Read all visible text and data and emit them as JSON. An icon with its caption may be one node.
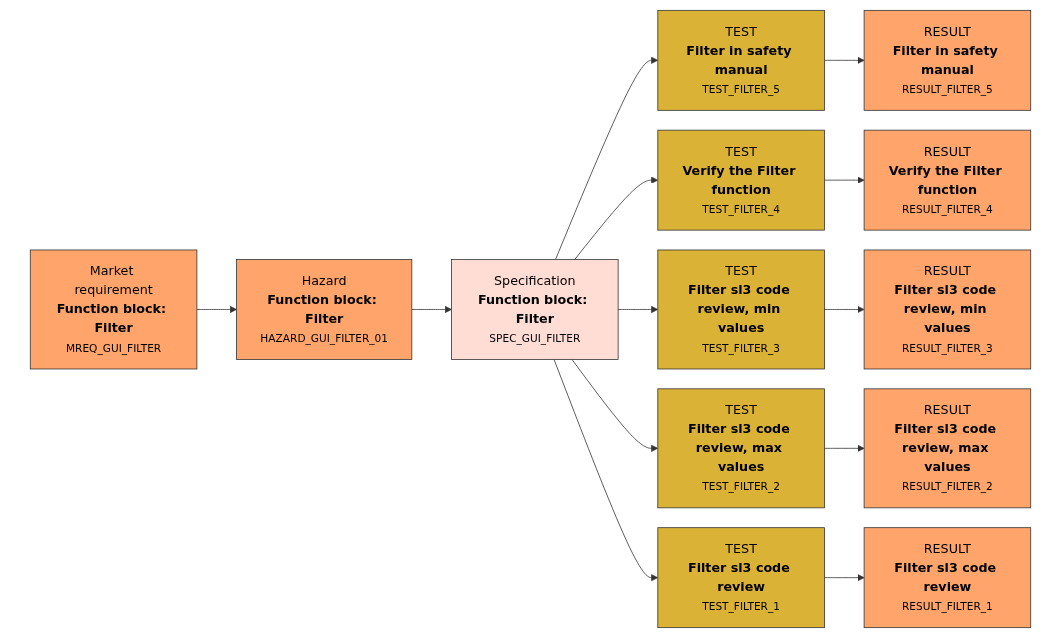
{
  "diagram": {
    "nodes": [
      {
        "text": [
          "Market requirement",
          "Function block: Filter",
          "MREQ_GUI_FILTER"
        ]
      },
      {
        "text": [
          "Hazard",
          "Function block: Filter",
          "HAZARD_GUI_FILTER_01"
        ]
      },
      {
        "text": [
          "Specification",
          "Function block: Filter",
          "SPEC_GUI_FILTER"
        ]
      },
      {
        "text": [
          "TEST",
          "Filter in safety manual",
          "TEST_FILTER_5"
        ]
      },
      {
        "text": [
          "RESULT",
          "Filter in safety manual",
          "RESULT_FILTER_5"
        ]
      },
      {
        "text": [
          "TEST",
          "Verify the Filter function",
          "TEST_FILTER_4"
        ]
      },
      {
        "text": [
          "RESULT",
          "Verify the Filter function",
          "RESULT_FILTER_4"
        ]
      },
      {
        "text": [
          "TEST",
          "Filter sl3 code review, min values",
          "TEST_FILTER_3"
        ]
      },
      {
        "text": [
          "RESULT",
          "Filter sl3 code review, min values",
          "RESULT_FILTER_3"
        ]
      },
      {
        "text": [
          "TEST",
          "Filter sl3 code review, max values",
          "TEST_FILTER_2"
        ]
      },
      {
        "text": [
          "RESULT",
          "Filter sl3 code review, max values",
          "RESULT_FILTER_2"
        ]
      },
      {
        "text": [
          "TEST",
          "Filter sl3 code review",
          "TEST_FILTER_1"
        ]
      },
      {
        "text": [
          "RESULT",
          "Filter sl3 code review",
          "RESULT_FILTER_1"
        ]
      }
    ],
    "edges": [
      {
        "from": 0,
        "to": 1,
        "arrow": "to"
      },
      {
        "from": 1,
        "to": 2,
        "arrow": "to"
      },
      {
        "from": 2,
        "to": 3,
        "arrow": "to"
      },
      {
        "from": 2,
        "to": 5,
        "arrow": "to"
      },
      {
        "from": 2,
        "to": 7,
        "arrow": "to"
      },
      {
        "from": 2,
        "to": 9,
        "arrow": "to"
      },
      {
        "from": 2,
        "to": 11,
        "arrow": "to"
      },
      {
        "from": 3,
        "to": 4,
        "arrow": "to"
      },
      {
        "from": 5,
        "to": 6,
        "arrow": "to"
      },
      {
        "from": 7,
        "to": 8,
        "arrow": "to"
      },
      {
        "from": 9,
        "to": 10,
        "arrow": "to"
      },
      {
        "from": 11,
        "to": 12,
        "arrow": "to"
      }
    ]
  }
}
